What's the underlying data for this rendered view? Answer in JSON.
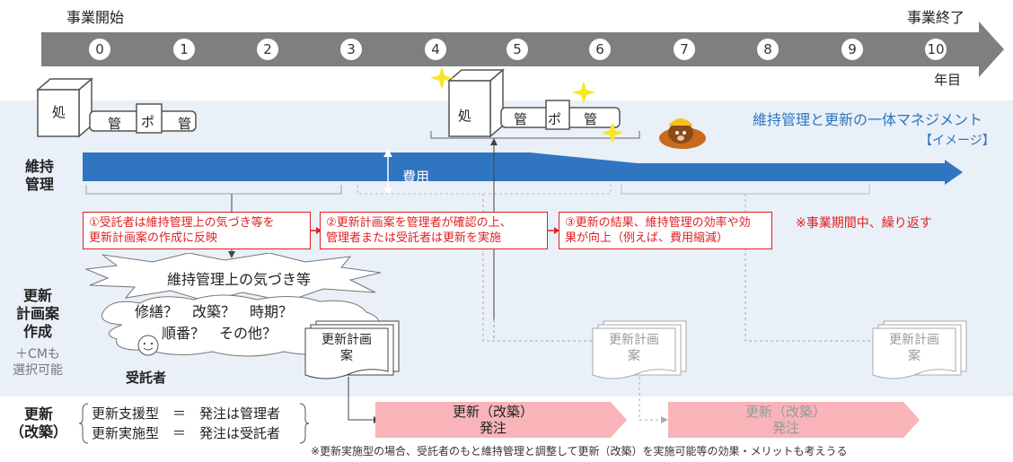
{
  "timeline": {
    "start_label": "事業開始",
    "end_label": "事業終了",
    "unit": "年目",
    "years": [
      "0",
      "1",
      "2",
      "3",
      "4",
      "5",
      "6",
      "7",
      "8",
      "9",
      "10"
    ]
  },
  "facility": {
    "treatment": "処",
    "pipe": "管",
    "pump": "ポ"
  },
  "title": {
    "main": "維持管理と更新の一体マネジメント",
    "sub": "【イメージ】"
  },
  "rows": {
    "maintenance": "維持\n管理",
    "plan": "更新\n計画案\n作成",
    "plan_note": "＋CMも\n選択可能",
    "renewal": "更新\n（改築）"
  },
  "cost_label": "費用",
  "steps": [
    "①受託者は維持管理上の気づき等を\n更新計画案の作成に反映",
    "②更新計画案を管理者が確認の上、\n管理者または受託者は更新を実施",
    "③更新の結果、維持管理の効率や効\n果が向上（例えば、費用縮減）"
  ],
  "repeat_note": "※事業期間中、繰り返す",
  "awareness": "維持管理上の気づき等",
  "thought": {
    "line1": "修繕？　改築？　時期？",
    "line2": "順番？　その他？"
  },
  "contractor": "受託者",
  "plan_doc": "更新計画\n案",
  "renewal_types": [
    "更新支援型　＝　発注は管理者",
    "更新実施型　＝　発注は受託者"
  ],
  "order_arrow": "更新（改築）\n発注",
  "footnote": "※更新実施型の場合、受託者のもと維持管理と調整して更新（改築）を実施可能等の効果・メリットも考えうる",
  "colors": {
    "timeline": "#7f7f7f",
    "cost": "#2f75c0",
    "red": "#e02020",
    "pink": "#f8b4b8",
    "title": "#2f75c0"
  }
}
